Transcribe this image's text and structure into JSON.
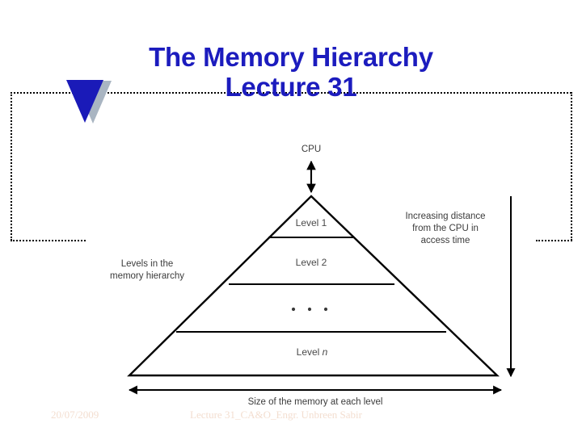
{
  "slide": {
    "title_lines": [
      "The Memory Hierarchy",
      "Lecture 31"
    ],
    "title_color": "#1c1cbe",
    "bullet_marker": {
      "name": "triangle-bullet",
      "fill": "#1a1ab8",
      "shadow": "#a9b5c2"
    }
  },
  "diagram": {
    "cpu_label": "CPU",
    "levels": [
      {
        "label": "Level 1"
      },
      {
        "label": "Level 2"
      },
      {
        "label": "Level",
        "italic_suffix": "n"
      }
    ],
    "ellipsis": ". . .",
    "left_caption_lines": [
      "Levels in the",
      "memory hierarchy"
    ],
    "right_caption_lines": [
      "Increasing distance",
      "from the CPU in",
      "access time"
    ],
    "bottom_caption": "Size of the memory at each level",
    "stroke_color": "#000000"
  },
  "footer": {
    "date": "20/07/2009",
    "center": "Lecture 31_CA&O_Engr. Unbreen Sabir",
    "color": "#f3ded0"
  }
}
